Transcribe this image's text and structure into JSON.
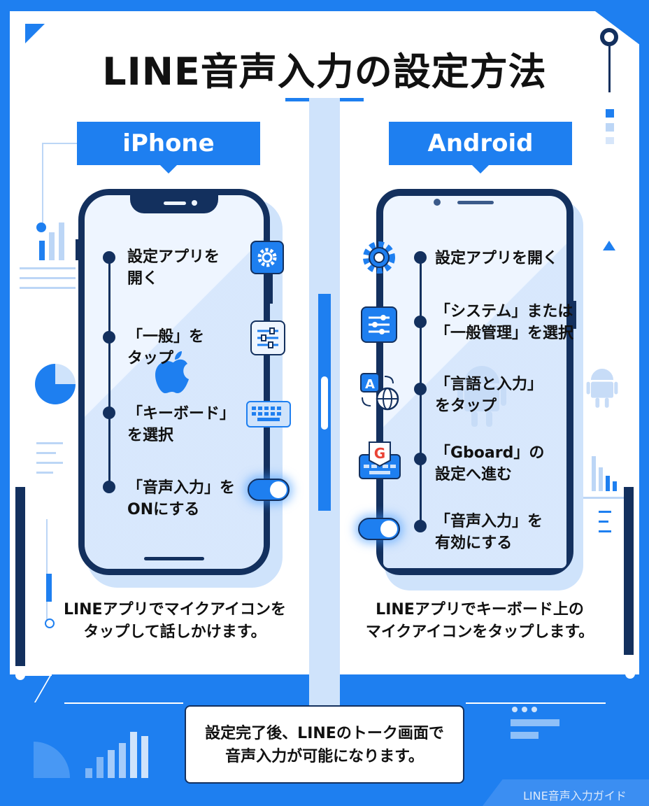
{
  "title": "LINE音声入力の設定方法",
  "iphone": {
    "tab": "iPhone",
    "steps": [
      {
        "text": "設定アプリを\n開く",
        "icon": "gear-icon"
      },
      {
        "text": "「一般」を\nタップ",
        "icon": "sliders-icon"
      },
      {
        "text": "「キーボード」\nを選択",
        "icon": "keyboard-icon"
      },
      {
        "text": "「音声入力」を\nONにする",
        "icon": "toggle-on-icon"
      }
    ],
    "caption": "LINEアプリでマイクアイコンを\nタップして話しかけます。"
  },
  "android": {
    "tab": "Android",
    "steps": [
      {
        "text": "設定アプリを開く",
        "icon": "gear-icon"
      },
      {
        "text": "「システム」または\n「一般管理」を選択",
        "icon": "sliders-icon"
      },
      {
        "text": "「言語と入力」\nをタップ",
        "icon": "translate-globe-icon"
      },
      {
        "text": "「Gboard」の\n設定へ進む",
        "icon": "gboard-icon"
      },
      {
        "text": "「音声入力」を\n有効にする",
        "icon": "toggle-on-icon"
      }
    ],
    "caption": "LINEアプリでキーボード上の\nマイクアイコンをタップします。"
  },
  "bottom_note": "設定完了後、LINEのトーク画面で\n音声入力が可能になります。",
  "footer": "LINE音声入力ガイド",
  "colors": {
    "accent": "#1e7ff0",
    "dark": "#13305e",
    "light": "#cfe3fb"
  }
}
